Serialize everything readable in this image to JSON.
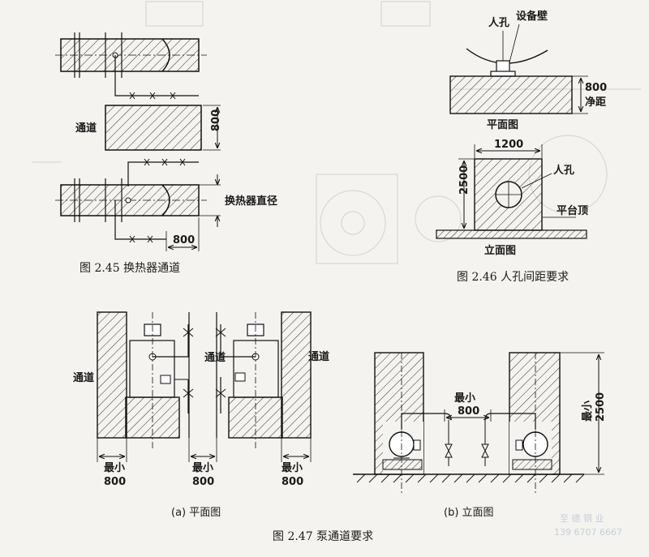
{
  "fig245": {
    "label_channel": "通道",
    "dim_800_vert": "800",
    "label_diameter": "换热器直径",
    "dim_800_horiz": "800",
    "caption": "图 2.45   换热器通道"
  },
  "fig246": {
    "label_manhole_top": "人孔",
    "label_wall": "设备壁",
    "dim_800": "800",
    "label_clearance": "净距",
    "label_plan": "平面图",
    "dim_1200": "1200",
    "dim_2500": "2500",
    "label_manhole": "人孔",
    "label_platform_top": "平台顶",
    "label_elev": "立面图",
    "caption": "图 2.46   人孔间距要求"
  },
  "fig247": {
    "label_channel_left": "通道",
    "label_channel_mid": "通道",
    "label_channel_right": "通道",
    "min_labels": [
      "最小",
      "最小",
      "最小"
    ],
    "dim_labels": [
      "800",
      "800",
      "800"
    ],
    "label_a": "(a) 平面图",
    "label_min_b": "最小",
    "dim_800_b": "800",
    "label_min_vert": "最小",
    "dim_2500_b": "2500",
    "label_b": "(b) 立面图",
    "caption": "图 2.47   泵通道要求"
  },
  "watermark": {
    "line1": "至 德 钢 业",
    "line2": "139 6707 6667"
  }
}
